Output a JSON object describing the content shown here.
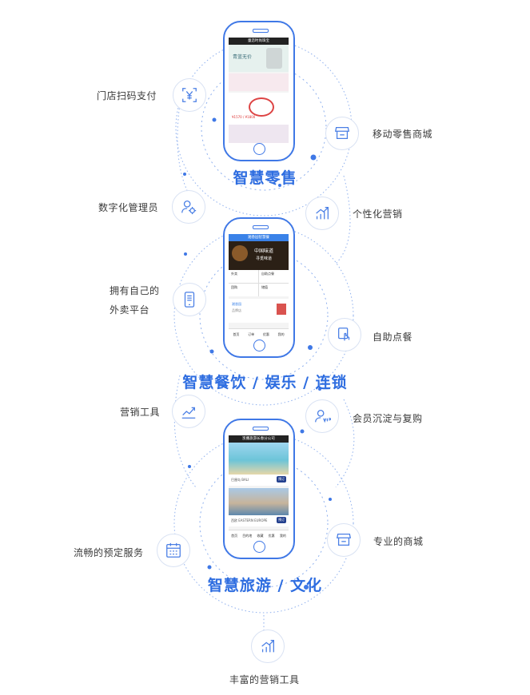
{
  "sections": {
    "retail": {
      "title": "智慧零售",
      "app": {
        "header": "童恋时尚珠宝",
        "banner_text": "青蓝无价",
        "price_text": "¥1570 / ¥1800"
      }
    },
    "catering": {
      "title": "智慧餐饮 / 娱乐 / 连锁",
      "app": {
        "header": "湘香园智慧餐",
        "banner_line1": "中国味道",
        "banner_line2": "寻觅味道",
        "menu": [
          "外卖",
          "自助点餐",
          "团购",
          "储值"
        ],
        "shop_name": "湘香园",
        "shop_note": "品牌店",
        "tabbar": [
          "首页",
          "订单",
          "优惠",
          "我的"
        ]
      }
    },
    "travel": {
      "title": "智慧旅游 / 文化",
      "app": {
        "header": "凯撒旅游长春分公司",
        "card1_caption": "巴厘岛 BALI",
        "card2_caption": "西欧 EASTERN EUROPE",
        "book_label": "预订",
        "tabbar": [
          "首页",
          "目的地",
          "收藏",
          "优惠",
          "我的"
        ]
      }
    }
  },
  "features": {
    "store_pay": "门店扫码支付",
    "mobile_mall": "移动零售商城",
    "digital_admin": "数字化管理员",
    "personal_marketing": "个性化营销",
    "own_delivery_line1": "拥有自己的",
    "own_delivery_line2": "外卖平台",
    "self_order": "自助点餐",
    "marketing_tools": "营销工具",
    "member_repurchase": "会员沉淀与复购",
    "booking": "流畅的预定服务",
    "pro_mall": "专业的商城",
    "rich_tools": "丰富的营销工具"
  },
  "icons": {
    "store_pay": "yen-scan-icon",
    "mobile_mall": "shop-icon",
    "digital_admin": "user-gear-icon",
    "personal_marketing": "growth-chart-icon",
    "own_delivery": "phone-menu-icon",
    "self_order": "tap-icon",
    "marketing_tools": "trend-line-icon",
    "member_repurchase": "vip-user-icon",
    "booking": "calendar-icon",
    "pro_mall": "shop-icon",
    "rich_tools": "growth-chart-icon"
  },
  "colors": {
    "accent": "#2e6de0",
    "phone_frame": "#3f78e6",
    "icon_stroke": "#4a7fe5"
  }
}
